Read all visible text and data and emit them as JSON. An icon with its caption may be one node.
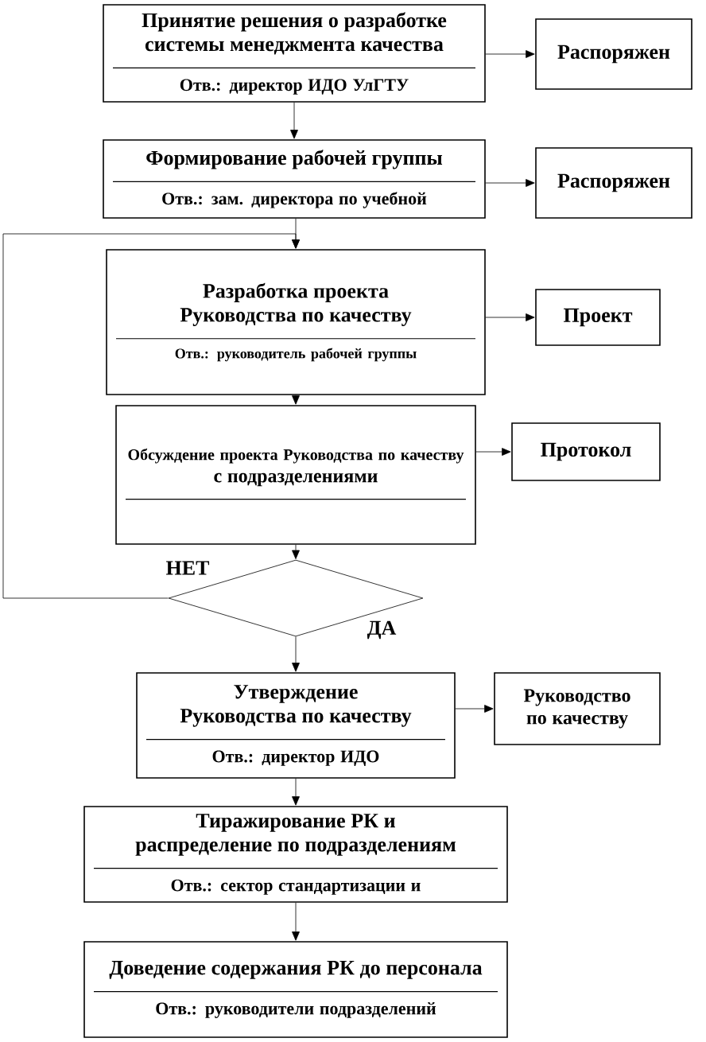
{
  "diagram": {
    "nodes": [
      {
        "text": [
          "Принятие решения о разработке системы менеджмента качества",
          "Отв.: директор ИДО УлГТУ"
        ]
      },
      {
        "text": [
          "Распоряжен"
        ]
      },
      {
        "text": [
          "Формирование рабочей группы",
          "Отв.: зам. директора по учебной"
        ]
      },
      {
        "text": [
          "Распоряжен"
        ]
      },
      {
        "text": [
          "Разработка проекта Руководства по качеству",
          "Отв.: руководитель рабочей группы"
        ]
      },
      {
        "text": [
          "Проект"
        ]
      },
      {
        "text": [
          "Обсуждение проекта Руководства по качеству",
          "с подразделениями"
        ]
      },
      {
        "text": [
          "Протокол"
        ]
      },
      {
        "text": [],
        "shape": "diamond"
      },
      {
        "text": [
          "Утверждение Руководства по качеству",
          "Отв.: директор ИДО"
        ]
      },
      {
        "text": [
          "Руководство по качеству"
        ]
      },
      {
        "text": [
          "Тиражирование РК и распределение по подразделениям",
          "Отв.: сектор стандартизации и"
        ]
      },
      {
        "text": [
          "Доведение содержания РК до персонала",
          "Отв.: руководители подразделений"
        ]
      }
    ],
    "edges": [
      {
        "from": 0,
        "to": 1,
        "arrow": "to"
      },
      {
        "from": 0,
        "to": 2,
        "arrow": "to"
      },
      {
        "from": 2,
        "to": 3,
        "arrow": "to"
      },
      {
        "from": 2,
        "to": 4,
        "arrow": "to"
      },
      {
        "from": 4,
        "to": 5,
        "arrow": "to"
      },
      {
        "from": 4,
        "to": 6,
        "arrow": "to"
      },
      {
        "from": 6,
        "to": 7,
        "arrow": "to"
      },
      {
        "from": 6,
        "to": 8,
        "arrow": "to"
      },
      {
        "from": 8,
        "to": 4,
        "arrow": "to",
        "label": "НЕТ"
      },
      {
        "from": 8,
        "to": 9,
        "arrow": "to",
        "label": "ДА"
      },
      {
        "from": 9,
        "to": 10,
        "arrow": "to"
      },
      {
        "from": 9,
        "to": 11,
        "arrow": "to"
      },
      {
        "from": 11,
        "to": 12,
        "arrow": "to"
      }
    ]
  }
}
